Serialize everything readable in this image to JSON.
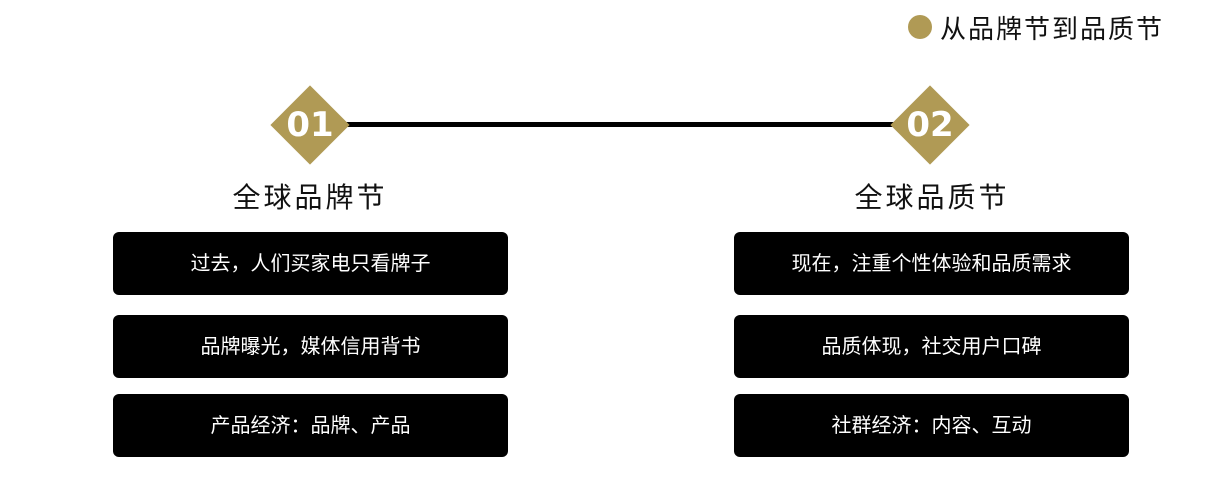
{
  "header": {
    "title": "从品牌节到品质节"
  },
  "colors": {
    "accent": "#b09a55",
    "card_bg": "#000000",
    "card_text": "#ffffff"
  },
  "columns": [
    {
      "number": "01",
      "title": "全球品牌节",
      "items": [
        "过去，人们买家电只看牌子",
        "品牌曝光，媒体信用背书",
        "产品经济：品牌、产品"
      ]
    },
    {
      "number": "02",
      "title": "全球品质节",
      "items": [
        "现在，注重个性体验和品质需求",
        "品质体现，社交用户口碑",
        "社群经济：内容、互动"
      ]
    }
  ]
}
